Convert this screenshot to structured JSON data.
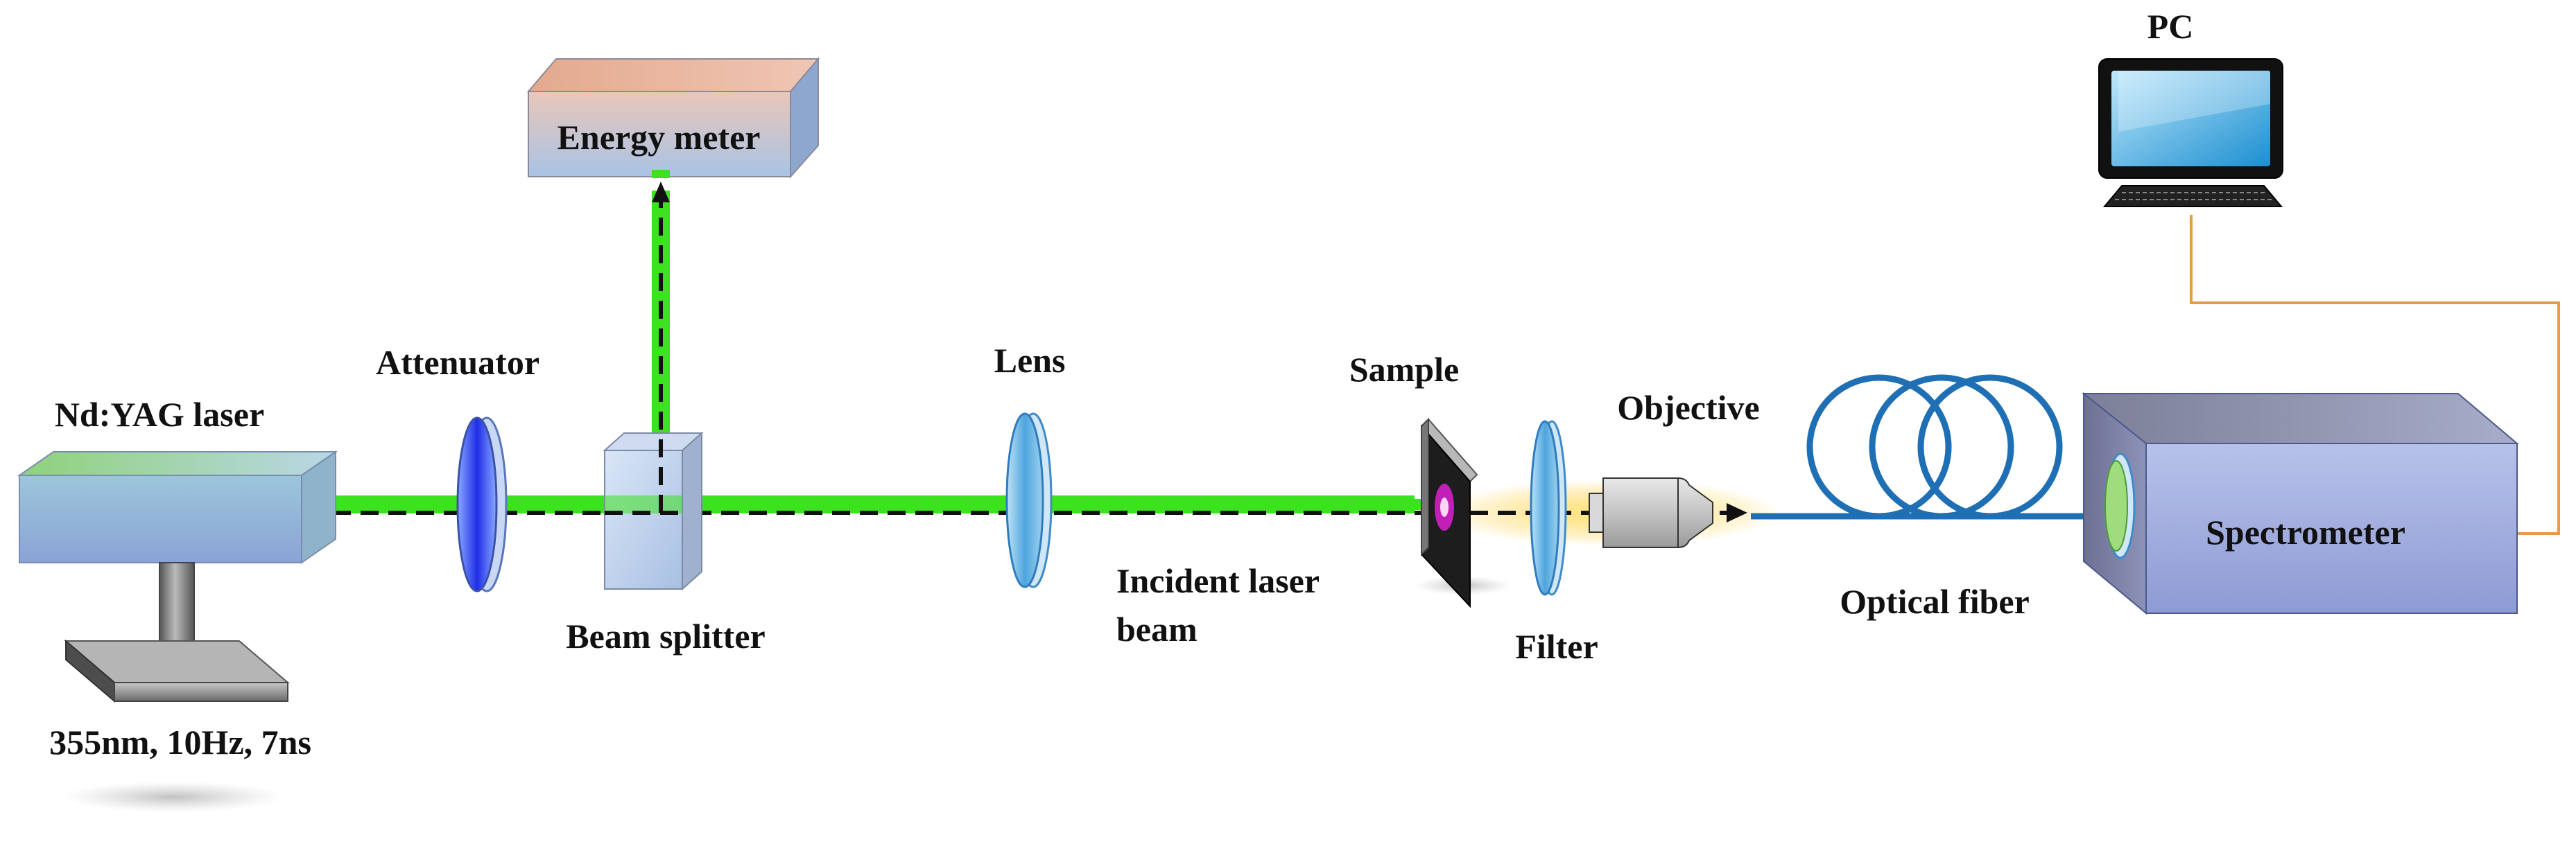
{
  "labels": {
    "laser": "Nd:YAG laser",
    "laser_specs": "355nm, 10Hz, 7ns",
    "attenuator": "Attenuator",
    "beam_splitter": "Beam splitter",
    "energy_meter": "Energy meter",
    "lens": "Lens",
    "incident_line1": "Incident laser",
    "incident_line2": "beam",
    "sample": "Sample",
    "filter": "Filter",
    "objective": "Objective",
    "optical_fiber": "Optical fiber",
    "spectrometer": "Spectrometer",
    "pc": "PC"
  },
  "colors": {
    "laser_beam": "#3be21e",
    "beam_path_dashes": "#111111",
    "fiber": "#1f6fb5",
    "pc_cable": "#e79a4c",
    "sample_spot": "#c21fb7",
    "emission_glow": "#ffcc33"
  },
  "icons": [
    "laser-source-icon",
    "attenuator-icon",
    "beam-splitter-icon",
    "energy-meter-icon",
    "lens-icon",
    "sample-slide-icon",
    "filter-icon",
    "objective-icon",
    "fiber-coil-icon",
    "spectrometer-icon",
    "pc-monitor-icon",
    "keyboard-icon"
  ]
}
